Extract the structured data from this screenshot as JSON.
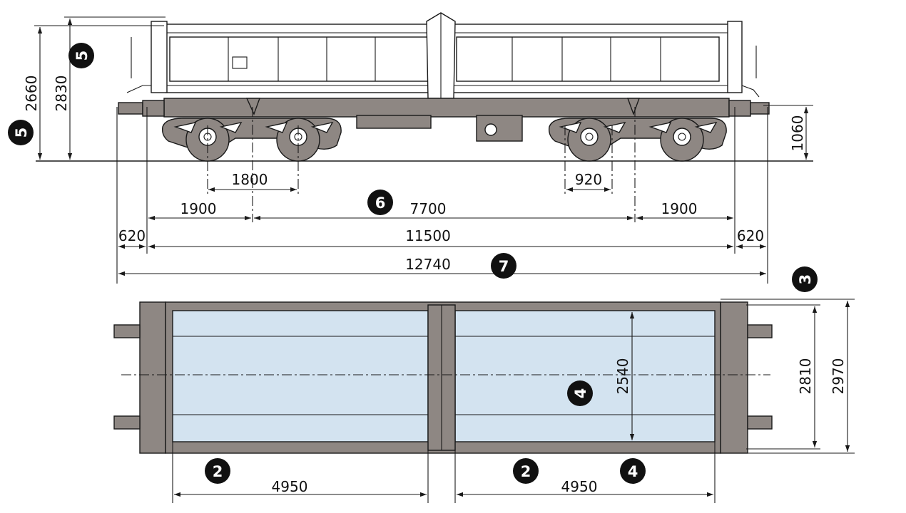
{
  "diagram": {
    "colors": {
      "body": "#8e8783",
      "load_area": "#d3e3f0",
      "marker": "#111111",
      "line": "#1a1a1a"
    },
    "markers": [
      "2",
      "2",
      "3",
      "4",
      "4",
      "5",
      "5",
      "6",
      "7"
    ],
    "side_view": {
      "heights": [
        "2660",
        "2830",
        "1060"
      ],
      "spans": [
        "1800",
        "920",
        "1900",
        "7700",
        "1900",
        "620",
        "11500",
        "620",
        "12740"
      ]
    },
    "top_view": {
      "widths": [
        "2540",
        "2810",
        "2970"
      ],
      "lengths": [
        "4950",
        "4950"
      ]
    }
  }
}
